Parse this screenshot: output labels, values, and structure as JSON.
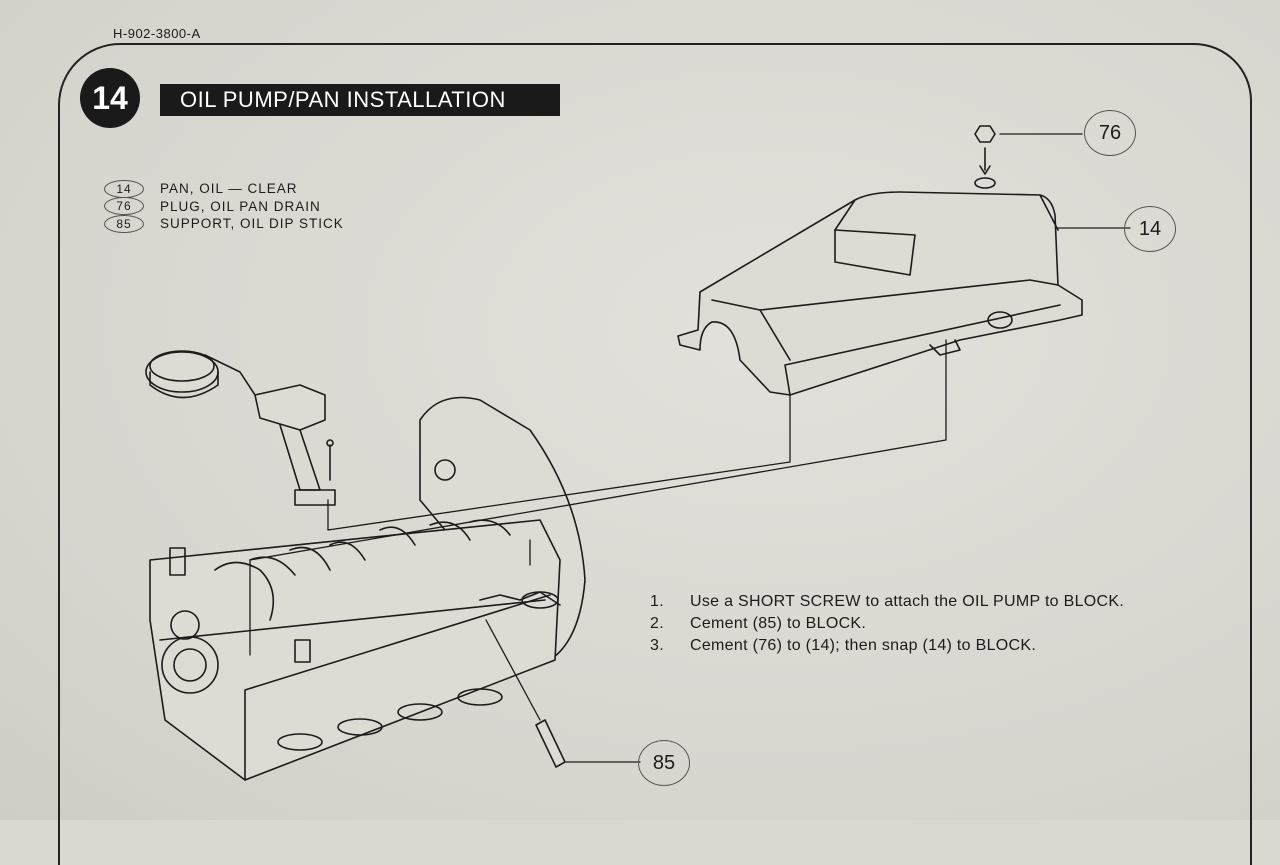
{
  "header": {
    "doc_code": "H-902-3800-A",
    "step_number": "14",
    "title": "OIL PUMP/PAN INSTALLATION"
  },
  "parts_list": [
    {
      "number": "14",
      "name": "PAN, OIL — CLEAR"
    },
    {
      "number": "76",
      "name": "PLUG, OIL PAN DRAIN"
    },
    {
      "number": "85",
      "name": "SUPPORT, OIL DIP STICK"
    }
  ],
  "instructions": [
    {
      "num": "1.",
      "text": "Use a SHORT SCREW to attach the OIL PUMP to BLOCK."
    },
    {
      "num": "2.",
      "text": "Cement (85) to BLOCK."
    },
    {
      "num": "3.",
      "text": "Cement (76) to (14); then snap (14) to BLOCK."
    }
  ],
  "callouts": {
    "plug": "76",
    "pan": "14",
    "support": "85"
  },
  "colors": {
    "paper": "#d9d8d1",
    "ink": "#1c1c1c"
  }
}
